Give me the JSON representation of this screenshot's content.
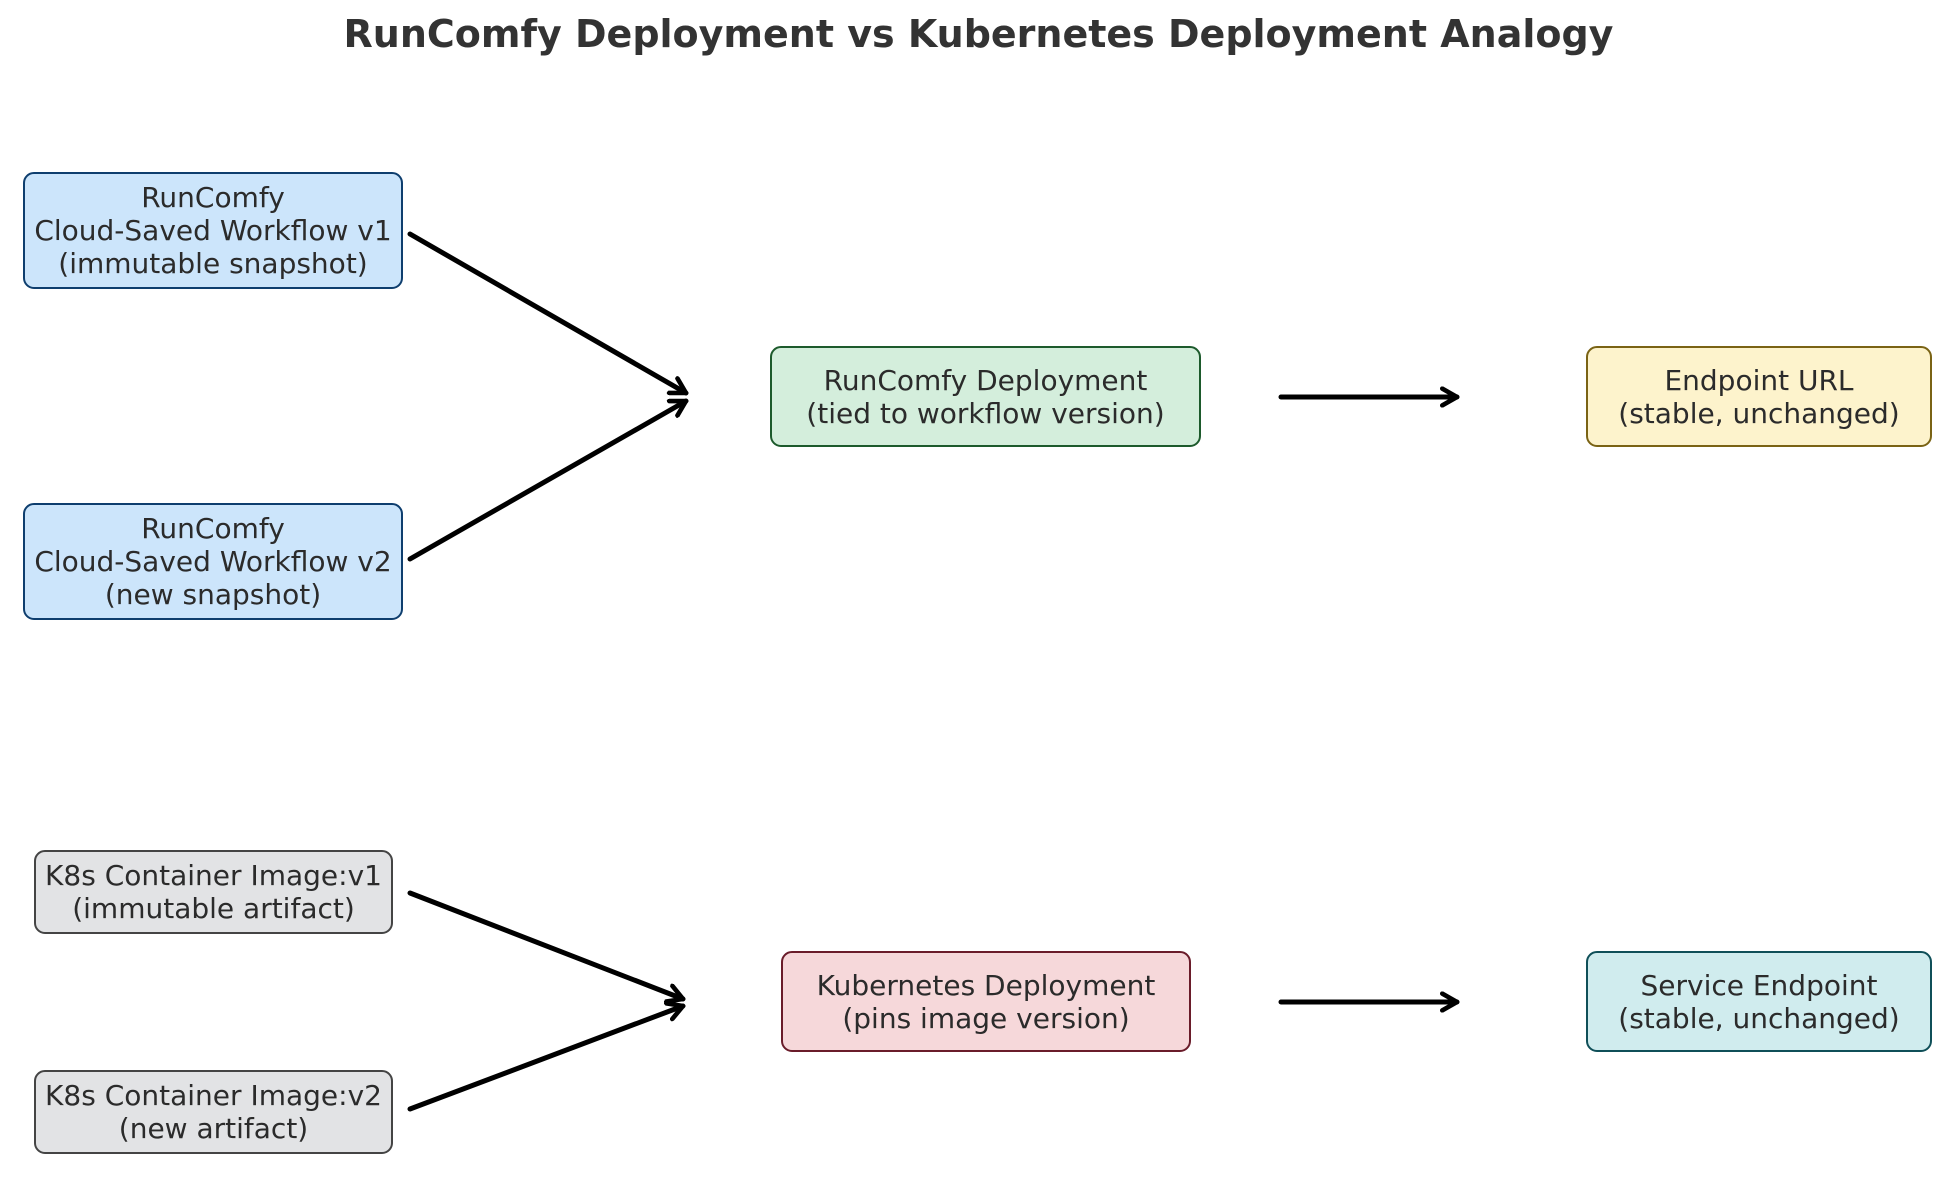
{
  "title": "RunComfy Deployment vs Kubernetes Deployment Analogy",
  "nodes": {
    "rc_v1": {
      "lines": [
        "RunComfy",
        "Cloud-Saved Workflow v1",
        "(immutable snapshot)"
      ],
      "fill": "#cce5fb",
      "stroke": "#0e3e6e"
    },
    "rc_v2": {
      "lines": [
        "RunComfy",
        "Cloud-Saved Workflow v2",
        "(new snapshot)"
      ],
      "fill": "#cce5fb",
      "stroke": "#0e3e6e"
    },
    "rc_deploy": {
      "lines": [
        "RunComfy Deployment",
        "(tied to workflow version)"
      ],
      "fill": "#d4eedc",
      "stroke": "#1d5a2c"
    },
    "rc_endpoint": {
      "lines": [
        "Endpoint URL",
        "(stable, unchanged)"
      ],
      "fill": "#fdf3cc",
      "stroke": "#7a6314"
    },
    "k8s_v1": {
      "lines": [
        "K8s Container Image:v1",
        "(immutable artifact)"
      ],
      "fill": "#e2e3e5",
      "stroke": "#444444"
    },
    "k8s_v2": {
      "lines": [
        "K8s Container Image:v2",
        "(new artifact)"
      ],
      "fill": "#e2e3e5",
      "stroke": "#444444"
    },
    "k8s_deploy": {
      "lines": [
        "Kubernetes Deployment",
        "(pins image version)"
      ],
      "fill": "#f6d8da",
      "stroke": "#6a1c2a"
    },
    "k8s_endpoint": {
      "lines": [
        "Service Endpoint",
        "(stable, unchanged)"
      ],
      "fill": "#d0ecee",
      "stroke": "#0f4f58"
    }
  },
  "edges": [
    {
      "from": "rc_v1",
      "to": "rc_deploy"
    },
    {
      "from": "rc_v2",
      "to": "rc_deploy"
    },
    {
      "from": "rc_deploy",
      "to": "rc_endpoint"
    },
    {
      "from": "k8s_v1",
      "to": "k8s_deploy"
    },
    {
      "from": "k8s_v2",
      "to": "k8s_deploy"
    },
    {
      "from": "k8s_deploy",
      "to": "k8s_endpoint"
    }
  ],
  "arrow_color": "#000000"
}
